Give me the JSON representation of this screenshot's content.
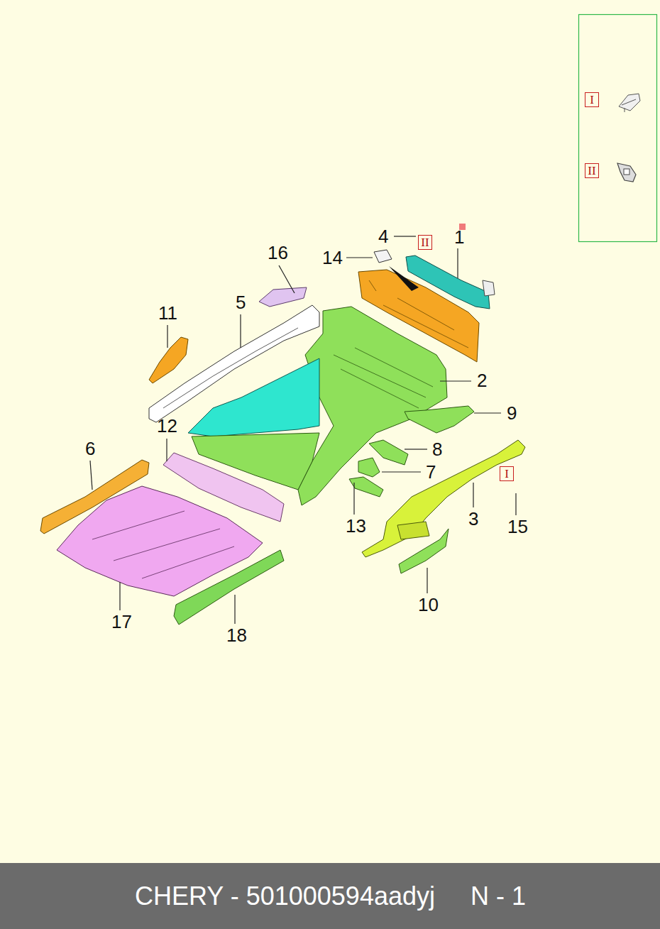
{
  "diagram": {
    "caption": "CHERY - 501000594aadyj     N - 1",
    "nodes": [
      {
        "text": [
          "I"
        ]
      },
      {
        "text": [
          "II"
        ]
      },
      {
        "text": [
          "II"
        ]
      },
      {
        "text": [
          "I"
        ]
      }
    ],
    "labels": [
      "1",
      "4",
      "14",
      "16",
      "11",
      "5",
      "2",
      "9",
      "12",
      "8",
      "6",
      "7",
      "13",
      "3",
      "15",
      "10",
      "17",
      "18"
    ]
  }
}
